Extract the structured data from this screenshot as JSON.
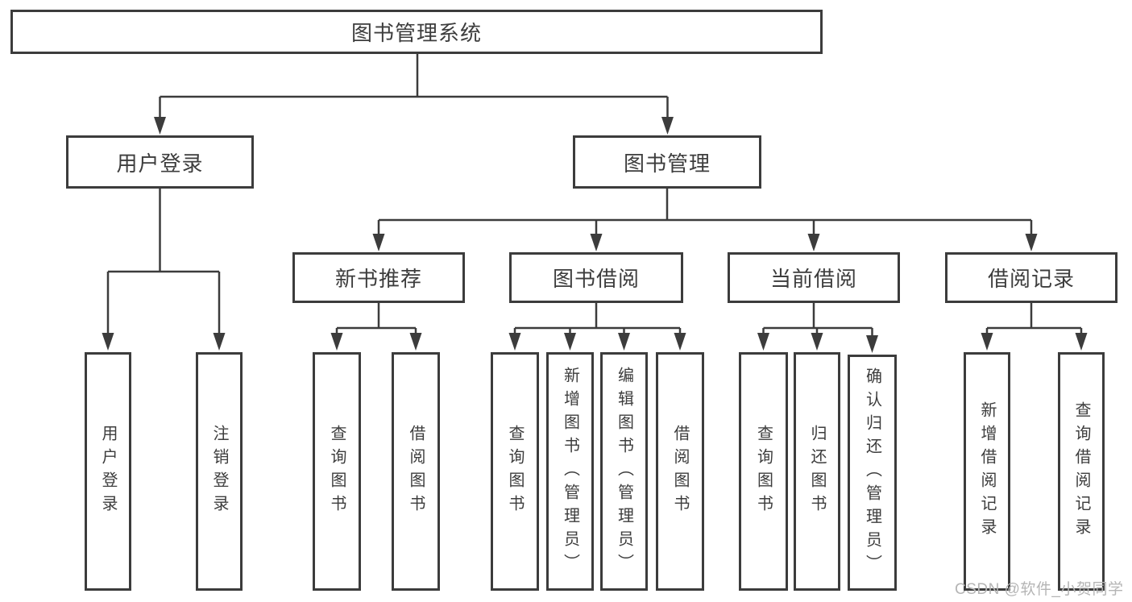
{
  "diagram": {
    "title": "图书管理系统",
    "level1": {
      "user_login": {
        "label": "用户登录",
        "children": [
          "用户登录",
          "注销登录"
        ]
      },
      "book_mgmt": {
        "label": "图书管理",
        "children": [
          {
            "label": "新书推荐",
            "children": [
              "查询图书",
              "借阅图书"
            ]
          },
          {
            "label": "图书借阅",
            "children": [
              "查询图书",
              "新增图书（管理员）",
              "编辑图书（管理员）",
              "借阅图书"
            ]
          },
          {
            "label": "当前借阅",
            "children": [
              "查询图书",
              "归还图书",
              "确认归还（管理员）"
            ]
          },
          {
            "label": "借阅记录",
            "children": [
              "新增借阅记录",
              "查询借阅记录"
            ]
          }
        ]
      }
    }
  },
  "watermark": "CSDN @软件_小贺同学",
  "colors": {
    "line": "#3c3c3c",
    "text": "#3d3d3d",
    "background": "#ffffff",
    "watermark_text": "#b5b5b5"
  }
}
